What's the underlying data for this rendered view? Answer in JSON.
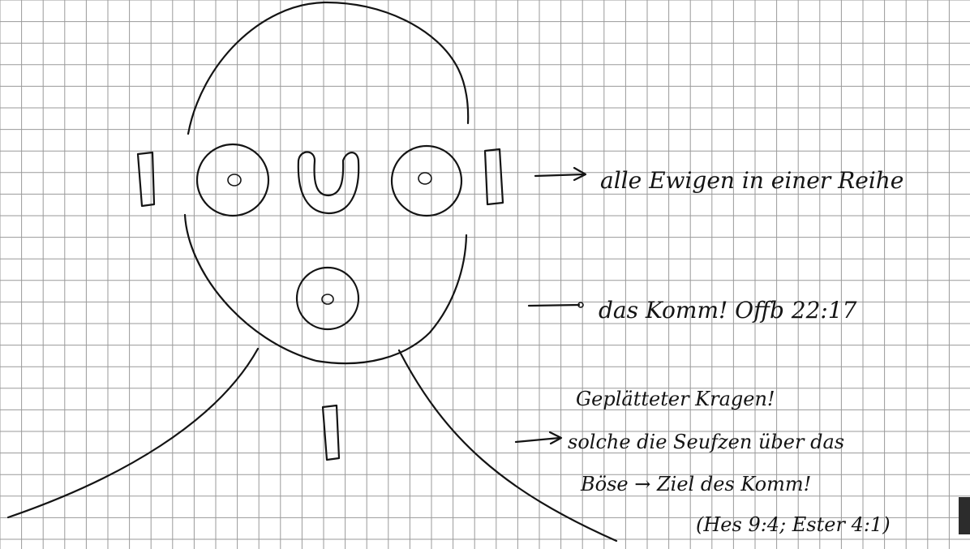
{
  "sketch": {
    "note_row": "alle Ewigen in einer Reihe",
    "note_mouth": "das Komm! Offb 22:17",
    "note_collar_line1": "Geplätteter Kragen!",
    "note_collar_line2": "solche die Seufzen über das",
    "note_collar_line3": "Böse → Ziel des Komm!",
    "note_collar_line4": "(Hes 9:4; Ester 4:1)"
  },
  "colors": {
    "paper": "#ffffff",
    "grid": "#9a9a9a",
    "ink": "#141414"
  }
}
